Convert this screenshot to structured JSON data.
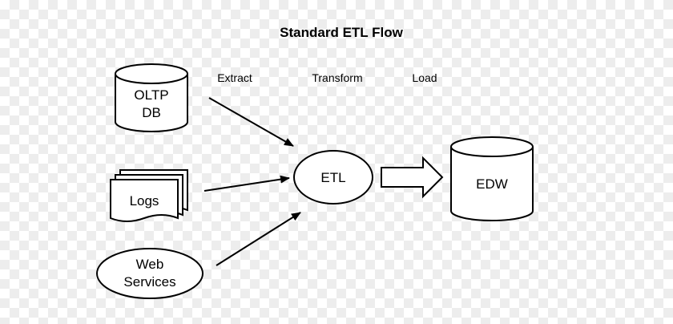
{
  "title": "Standard ETL Flow",
  "phases": {
    "extract": "Extract",
    "transform": "Transform",
    "load": "Load"
  },
  "nodes": {
    "oltp": {
      "line1": "OLTP",
      "line2": "DB",
      "shape": "cylinder"
    },
    "logs": {
      "label": "Logs",
      "shape": "document-stack"
    },
    "web": {
      "line1": "Web",
      "line2": "Services",
      "shape": "ellipse"
    },
    "etl": {
      "label": "ETL",
      "shape": "ellipse"
    },
    "edw": {
      "label": "EDW",
      "shape": "cylinder"
    }
  },
  "edges": [
    {
      "from": "OLTP DB",
      "to": "ETL",
      "style": "arrow"
    },
    {
      "from": "Logs",
      "to": "ETL",
      "style": "arrow"
    },
    {
      "from": "Web Services",
      "to": "ETL",
      "style": "arrow"
    },
    {
      "from": "ETL",
      "to": "EDW",
      "style": "block-arrow"
    }
  ]
}
